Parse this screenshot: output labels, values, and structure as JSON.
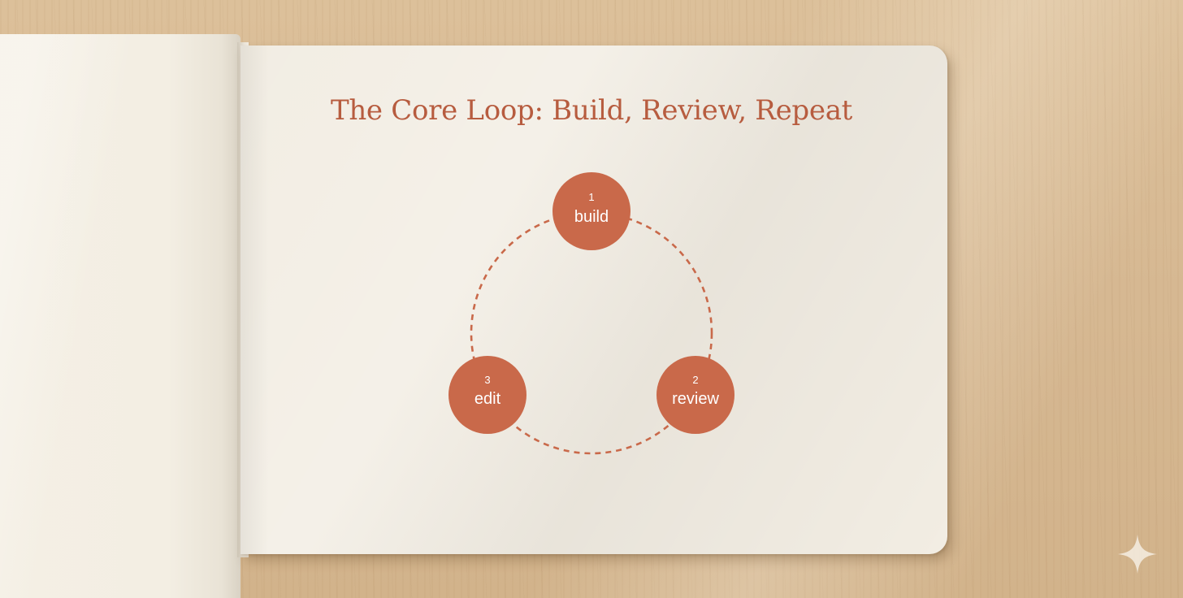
{
  "title": "The Core Loop: Build, Review, Repeat",
  "colors": {
    "accent": "#c9694a",
    "title": "#b75c3f",
    "paper": "#f2ede3",
    "wood": "#d6b892",
    "node_text": "#ffffff"
  },
  "loop": {
    "style": "dashed-circle",
    "nodes": [
      {
        "number": "1",
        "label": "build"
      },
      {
        "number": "2",
        "label": "review"
      },
      {
        "number": "3",
        "label": "edit"
      }
    ]
  },
  "icons": [
    "sparkle-icon"
  ]
}
